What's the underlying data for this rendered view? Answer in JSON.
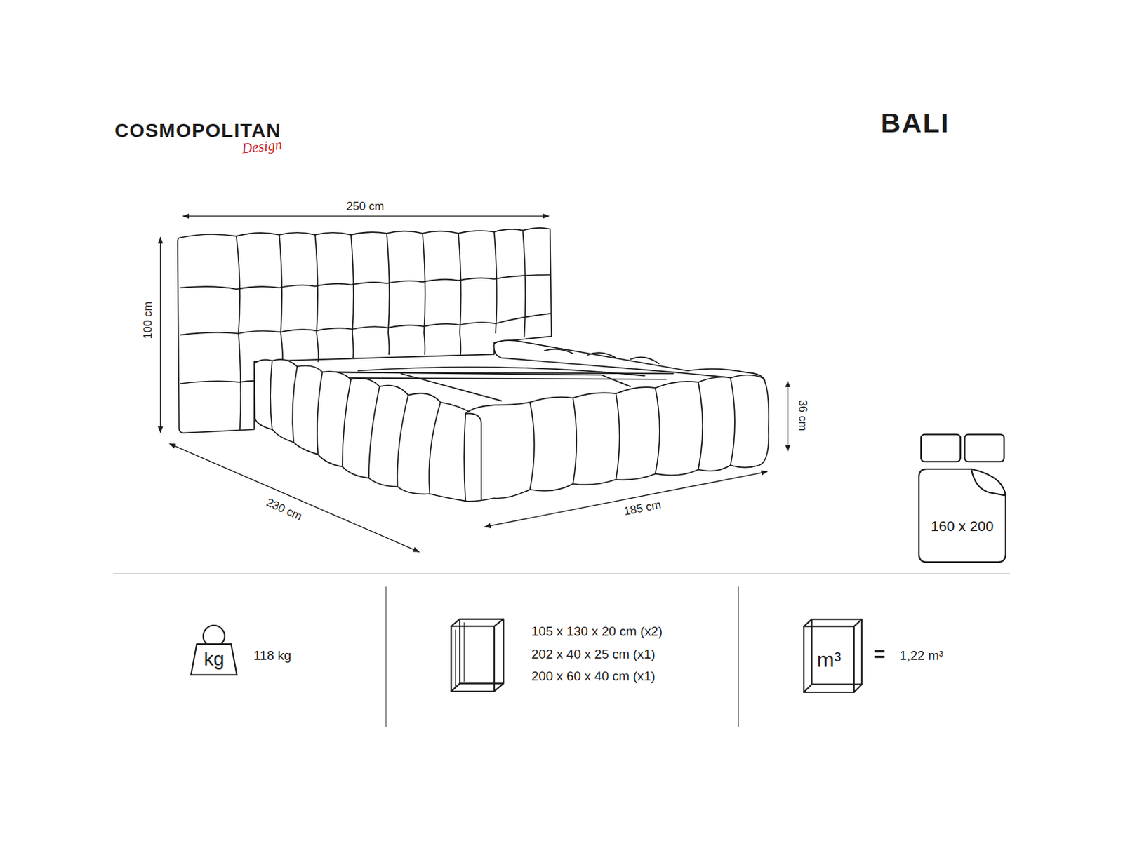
{
  "diagram": {
    "title": "BALI",
    "nodes": [
      {
        "text": [
          "160 x 200"
        ]
      },
      {
        "text": [
          "kg"
        ]
      },
      {
        "text": [
          "m³"
        ]
      }
    ],
    "labels": [
      "COSMOPOLITAN",
      "Design",
      "250 cm",
      "100 cm",
      "36 cm",
      "230 cm",
      "185 cm",
      "118 kg",
      "105 x 130 x 20 cm (x2)",
      "202 x 40 x 25 cm (x1)",
      "200 x 60 x 40 cm (x1)",
      "=",
      "1,22 m³"
    ]
  }
}
